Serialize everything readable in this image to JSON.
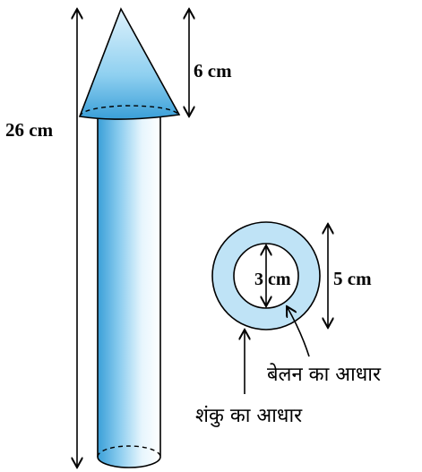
{
  "labels": {
    "total_height": "26 cm",
    "cone_height": "6 cm",
    "inner_diameter": "3 cm",
    "outer_diameter": "5 cm",
    "cylinder_base": "बेलन का आधार",
    "cone_base": "शंकु का आधार"
  },
  "colors": {
    "fill_light": "#eaf6fd",
    "fill_dark": "#3fa6dc",
    "ring": "#bfe3f6",
    "stroke": "#000000"
  }
}
